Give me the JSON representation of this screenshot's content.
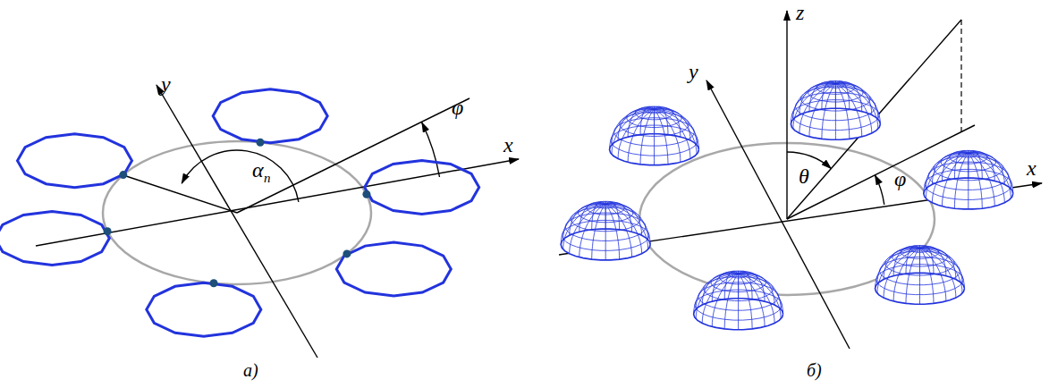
{
  "diagram": {
    "labels": [
      "y",
      "x",
      "φ",
      "α",
      "n",
      "а)",
      "z",
      "y",
      "x",
      "θ",
      "φ",
      "б)"
    ]
  }
}
